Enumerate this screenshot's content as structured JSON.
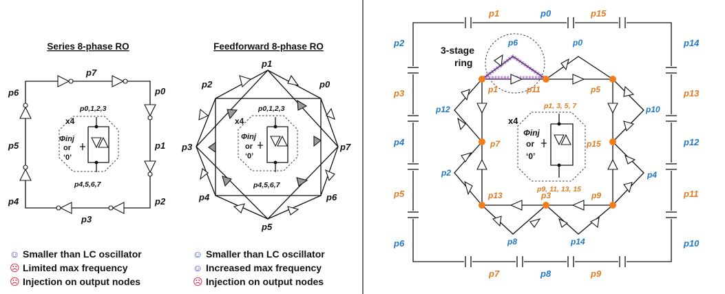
{
  "left_panel": {
    "series": {
      "title": "Series 8-phase RO",
      "labels": {
        "p7": "p7",
        "p6": "p6",
        "p0": "p0",
        "p5": "p5",
        "p1": "p1",
        "p4": "p4",
        "p2": "p2",
        "p3": "p3"
      },
      "core": {
        "multiplier": "x4",
        "top_nodes": "p0,1,2,3",
        "bottom_nodes": "p4,5,6,7",
        "inj_symbol": "Φinj",
        "or_text": "or",
        "zero_text": "‘0’"
      },
      "bullets": [
        {
          "icon": "☺",
          "icon_color": "#2a3ee0",
          "text": "Smaller than LC oscillator"
        },
        {
          "icon": "☹",
          "icon_color": "#e0263a",
          "text": "Limited max frequency"
        },
        {
          "icon": "☹",
          "icon_color": "#e0263a",
          "text": "Injection on output nodes"
        }
      ]
    },
    "feedforward": {
      "title": "Feedforward 8-phase RO",
      "labels": {
        "p1": "p1",
        "p2": "p2",
        "p0": "p0",
        "p3": "p3",
        "p7": "p7",
        "p4": "p4",
        "p6": "p6",
        "p5": "p5"
      },
      "core": {
        "multiplier": "x4",
        "top_nodes": "p0,1,2,3",
        "bottom_nodes": "p4,5,6,7",
        "inj_symbol": "Φinj",
        "or_text": "or",
        "zero_text": "‘0’"
      },
      "bullets": [
        {
          "icon": "☺",
          "icon_color": "#2a3ee0",
          "text": "Smaller than LC oscillator"
        },
        {
          "icon": "☺",
          "icon_color": "#2a3ee0",
          "text": "Increased max frequency"
        },
        {
          "icon": "☹",
          "icon_color": "#e0263a",
          "text": "Injection on output nodes"
        }
      ]
    }
  },
  "right_panel": {
    "ring_label_line1": "3-stage",
    "ring_label_line2": "ring",
    "outer_labels": {
      "top": [
        "p1",
        "p0",
        "p15"
      ],
      "bottom": [
        "p7",
        "p8",
        "p9"
      ],
      "left": [
        "p2",
        "p3",
        "p4",
        "p5",
        "p6"
      ],
      "right": [
        "p14",
        "p13",
        "p12",
        "p11",
        "p10"
      ]
    },
    "inner_labels": {
      "p6": "p6",
      "p0": "p0",
      "p1": "p1",
      "p11": "p11",
      "p5": "p5",
      "p12": "p12",
      "p10": "p10",
      "p7": "p7",
      "p15": "p15",
      "p2": "p2",
      "p4": "p4",
      "p13": "p13",
      "p3": "p3",
      "p9": "p9",
      "p8": "p8",
      "p14": "p14"
    },
    "core": {
      "multiplier": "x4",
      "top_nodes": "p1, 3, 5, 7",
      "bottom_nodes": "p9, 11, 13, 15",
      "inj_symbol": "Φinj",
      "or_text": "or",
      "zero_text": "‘0’"
    },
    "colors": {
      "blue": "#1f78c8",
      "orange": "#e07b22",
      "highlight": "#8a3fb8"
    }
  }
}
